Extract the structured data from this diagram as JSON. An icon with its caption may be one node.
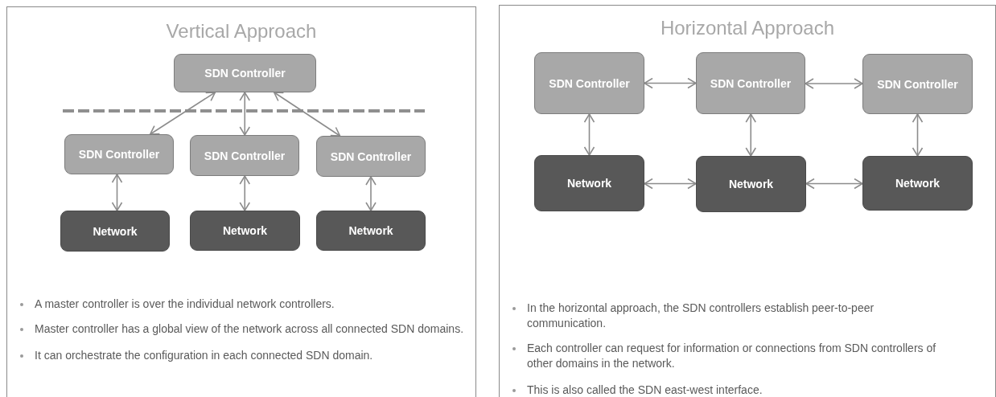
{
  "diagram": {
    "nodes": [
      {
        "text": [
          "Vertical Approach",
          "A master controller is over the individual network controllers.",
          "Master controller has a global view of the network across all connected SDN domains.",
          "It can orchestrate the configuration in each  connected SDN  domain."
        ]
      },
      {
        "text": [
          "SDN Controller"
        ],
        "in": 0
      },
      {
        "text": [
          "SDN Controller"
        ],
        "in": 0
      },
      {
        "text": [
          "SDN Controller"
        ],
        "in": 0
      },
      {
        "text": [
          "SDN Controller"
        ],
        "in": 0
      },
      {
        "text": [
          "Network"
        ],
        "in": 0
      },
      {
        "text": [
          "Network"
        ],
        "in": 0
      },
      {
        "text": [
          "Network"
        ],
        "in": 0
      },
      {
        "text": [
          "Horizontal Approach",
          "In the horizontal approach, the SDN controllers establish peer-to-peer communication.",
          "Each controller can request for information or connections from SDN controllers of other domains in the network.",
          "This is also called the SDN east-west interface."
        ]
      },
      {
        "text": [
          "SDN Controller"
        ],
        "in": 8
      },
      {
        "text": [
          "SDN Controller"
        ],
        "in": 8
      },
      {
        "text": [
          "SDN Controller"
        ],
        "in": 8
      },
      {
        "text": [
          "Network"
        ],
        "in": 8
      },
      {
        "text": [
          "Network"
        ],
        "in": 8
      },
      {
        "text": [
          "Network"
        ],
        "in": 8
      }
    ],
    "edges": [
      {
        "from": 1,
        "to": 2,
        "arrow": "both"
      },
      {
        "from": 1,
        "to": 3,
        "arrow": "both"
      },
      {
        "from": 1,
        "to": 4,
        "arrow": "both"
      },
      {
        "from": 2,
        "to": 5,
        "arrow": "both"
      },
      {
        "from": 3,
        "to": 6,
        "arrow": "both"
      },
      {
        "from": 4,
        "to": 7,
        "arrow": "both"
      },
      {
        "from": 9,
        "to": 10,
        "arrow": "both"
      },
      {
        "from": 10,
        "to": 11,
        "arrow": "both"
      },
      {
        "from": 9,
        "to": 12,
        "arrow": "both"
      },
      {
        "from": 10,
        "to": 13,
        "arrow": "both"
      },
      {
        "from": 11,
        "to": 14,
        "arrow": "both"
      },
      {
        "from": 12,
        "to": 13,
        "arrow": "both"
      },
      {
        "from": 13,
        "to": 14,
        "arrow": "both"
      }
    ]
  }
}
